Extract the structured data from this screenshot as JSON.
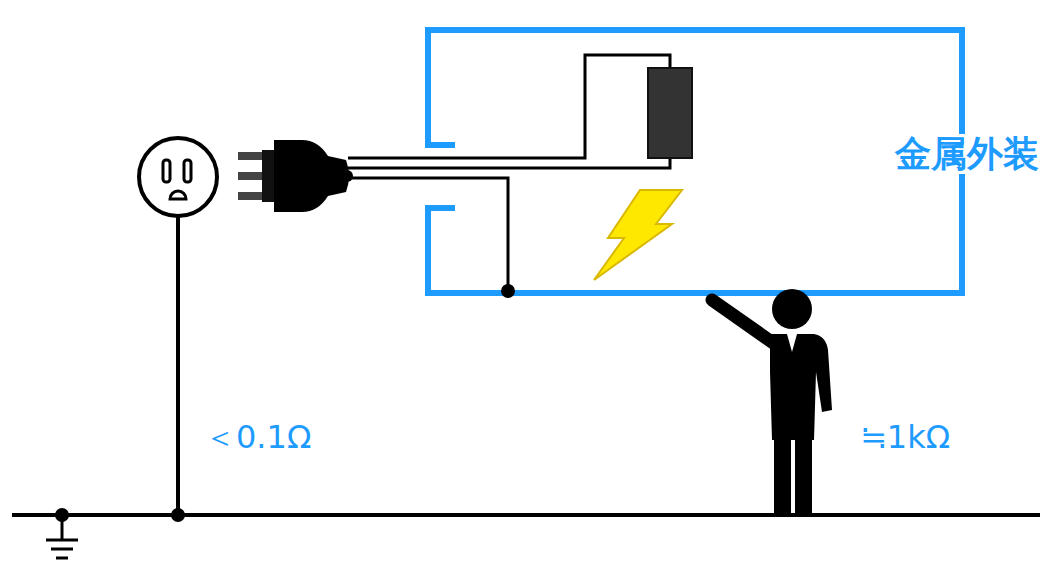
{
  "diagram": {
    "labels": [
      "金属外装",
      "＜0.1Ω",
      "≒1kΩ"
    ]
  }
}
